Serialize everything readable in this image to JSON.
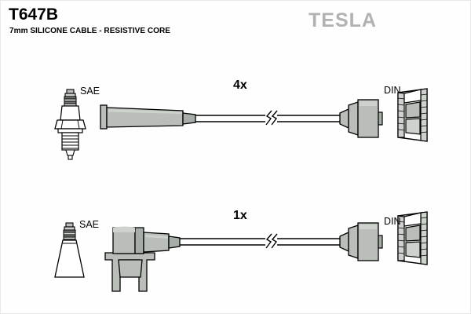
{
  "document": {
    "part_number": "T647B",
    "subtitle": "7mm SILICONE CABLE - RESISTIVE CORE",
    "brand": "TESLA"
  },
  "colors": {
    "brand_gray": "#b2b2b2",
    "line": "#000000",
    "boot_fill": "#b9bfb8",
    "boot_fill_dark": "#a6ada6",
    "boot_fill_light": "#cdd2cc",
    "white": "#ffffff",
    "background": "#fefefe"
  },
  "assemblies": [
    {
      "id": "upper",
      "quantity_label": "4x",
      "plug_end_label": "SAE",
      "coil_end_label": "DIN",
      "plug_boot_style": "straight",
      "spark_plug_style": "threaded-hex-plug",
      "cable_break": true
    },
    {
      "id": "lower",
      "quantity_label": "1x",
      "plug_end_label": "SAE",
      "coil_end_label": "DIN",
      "plug_boot_style": "right-angle-with-bracket",
      "spark_plug_style": "conical-boot",
      "cable_break": true
    }
  ],
  "icons": {
    "break_mark": "cable-break-icon",
    "distributor_socket": "distributor-tower-socket-icon"
  }
}
